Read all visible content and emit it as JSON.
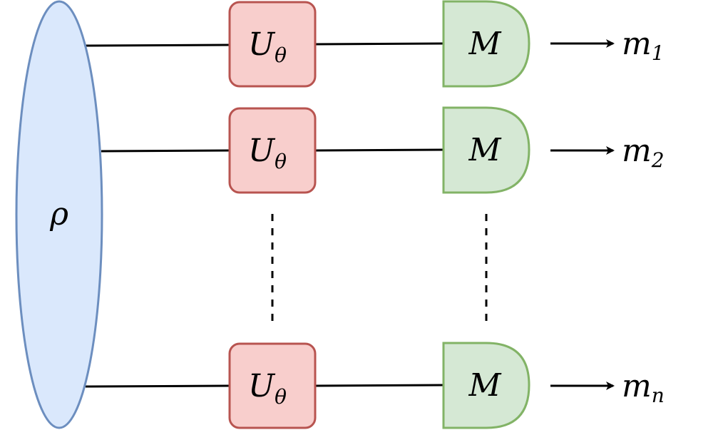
{
  "state": {
    "symbol": "ρ"
  },
  "gates": [
    {
      "label": "U",
      "subscript": "θ"
    },
    {
      "label": "U",
      "subscript": "θ"
    },
    {
      "label": "U",
      "subscript": "θ"
    }
  ],
  "measurements": [
    {
      "label": "M"
    },
    {
      "label": "M"
    },
    {
      "label": "M"
    }
  ],
  "outputs": [
    {
      "label": "m",
      "subscript": "1"
    },
    {
      "label": "m",
      "subscript": "2"
    },
    {
      "label": "m",
      "subscript": "n"
    }
  ],
  "colors": {
    "state_fill": "#dae8fc",
    "state_stroke": "#6c8ebf",
    "gate_fill": "#f8cecc",
    "gate_stroke": "#b85450",
    "measure_fill": "#d5e8d4",
    "measure_stroke": "#82b366",
    "wire": "#000000"
  }
}
